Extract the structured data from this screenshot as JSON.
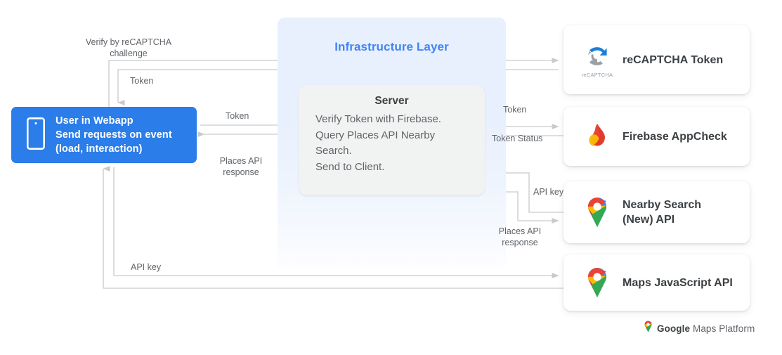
{
  "diagram": {
    "infrastructure_layer": {
      "title": "Infrastructure Layer"
    },
    "server": {
      "title": "Server",
      "body": "Verify Token with Firebase.\nQuery Places API Nearby\nSearch.\nSend to Client."
    },
    "user": {
      "text": "User in Webapp\nSend requests on event\n(load, interaction)",
      "icon": "mobile-phone-icon"
    },
    "services": [
      {
        "label": "reCAPTCHA Token",
        "logo": "recaptcha-logo",
        "wordmark": "reCAPTCHA"
      },
      {
        "label": "Firebase AppCheck",
        "logo": "firebase-logo",
        "wordmark": ""
      },
      {
        "label": "Nearby Search\n(New) API",
        "logo": "google-maps-pin-logo",
        "wordmark": ""
      },
      {
        "label": "Maps JavaScript API",
        "logo": "google-maps-pin-logo",
        "wordmark": ""
      }
    ],
    "edge_labels": {
      "verify_challenge": "Verify by reCAPTCHA\nchallenge",
      "token_top": "Token",
      "token_mid": "Token",
      "places_api_response_left": "Places API\nresponse",
      "token_right": "Token",
      "token_status": "Token Status",
      "api_key_right": "API key",
      "places_api_response_right": "Places API\nresponse",
      "api_key_bottom": "API key"
    },
    "brand": {
      "bold": "Google",
      "light": "Maps Platform",
      "icon": "google-maps-pin-icon"
    },
    "colors": {
      "accent_blue": "#2b7de9",
      "infra_title_blue": "#4285f4",
      "infra_panel_bg": "#e8f0fd",
      "server_bg": "#f1f2f2",
      "wire": "#c8cacc",
      "text_primary": "#3c4043",
      "text_secondary": "#5f6368",
      "card_bg": "#ffffff",
      "firebase_red": "#ea4335",
      "firebase_yellow": "#fbbc04",
      "maps_blue": "#4285f4",
      "maps_green": "#34a853",
      "recaptcha_blue": "#1c7fd6",
      "recaptcha_grey": "#9aa0a6"
    }
  }
}
